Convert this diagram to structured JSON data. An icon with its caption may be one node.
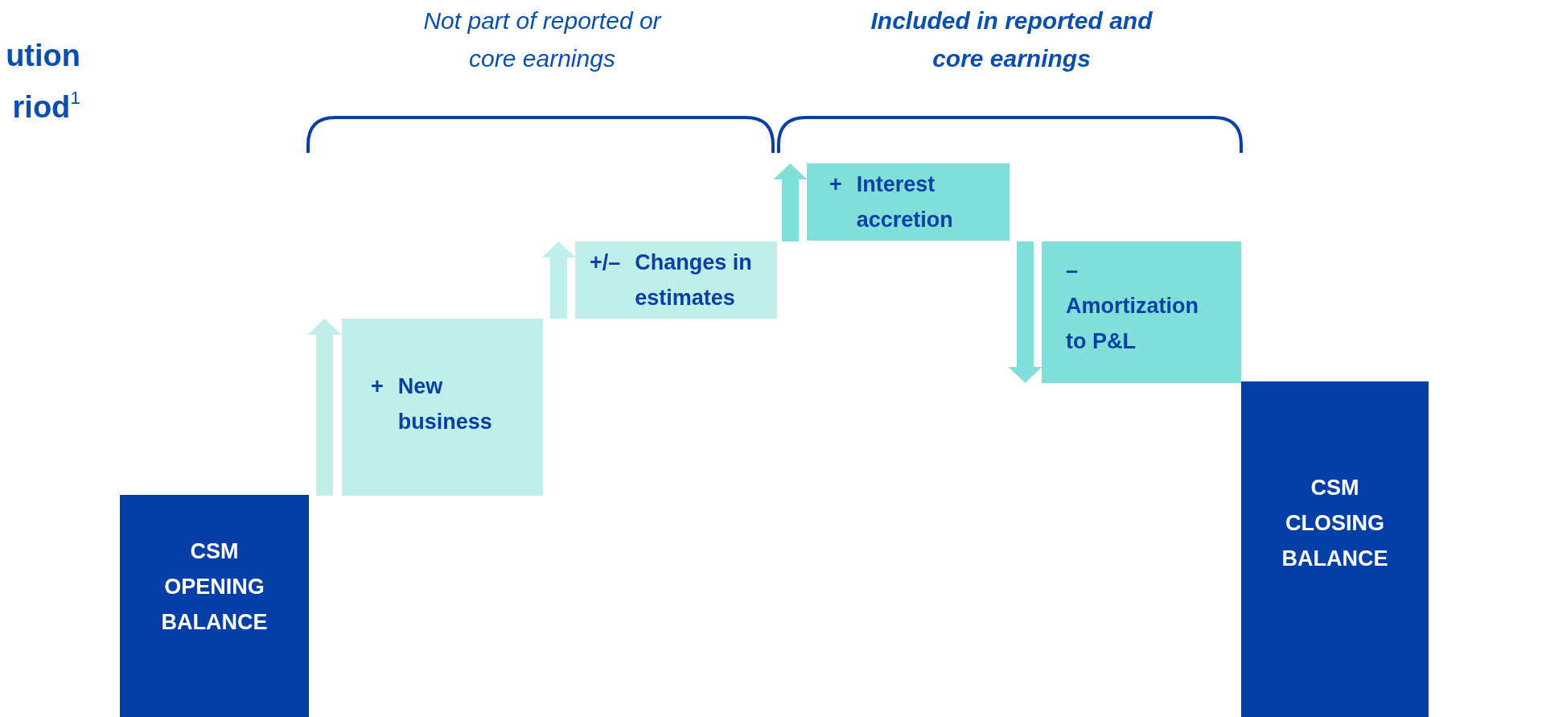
{
  "diagram": {
    "nodes": [
      {
        "text": [
          "CSM OPENING BALANCE"
        ]
      },
      {
        "text": [
          "+",
          "New business"
        ]
      },
      {
        "text": [
          "+/–",
          "Changes in estimates"
        ]
      },
      {
        "text": [
          "+",
          "Interest accretion"
        ]
      },
      {
        "text": [
          "–",
          "Amortization to P&L"
        ]
      },
      {
        "text": [
          "CSM CLOSING BALANCE"
        ]
      }
    ],
    "edges": [
      {
        "from": 0,
        "to": 1,
        "arrow": "to",
        "color": "#bfeeeb"
      },
      {
        "from": 1,
        "to": 2,
        "arrow": "to",
        "color": "#bfeeeb"
      },
      {
        "from": 2,
        "to": 3,
        "arrow": "to",
        "color": "#80dfd9"
      },
      {
        "from": 3,
        "to": 4,
        "arrow": "to",
        "color": "#80dfd9"
      }
    ],
    "labels": [
      "ution",
      "riod$^{1}$",
      "Not part of reported or core earnings",
      "Included in reported and core earnings"
    ]
  }
}
